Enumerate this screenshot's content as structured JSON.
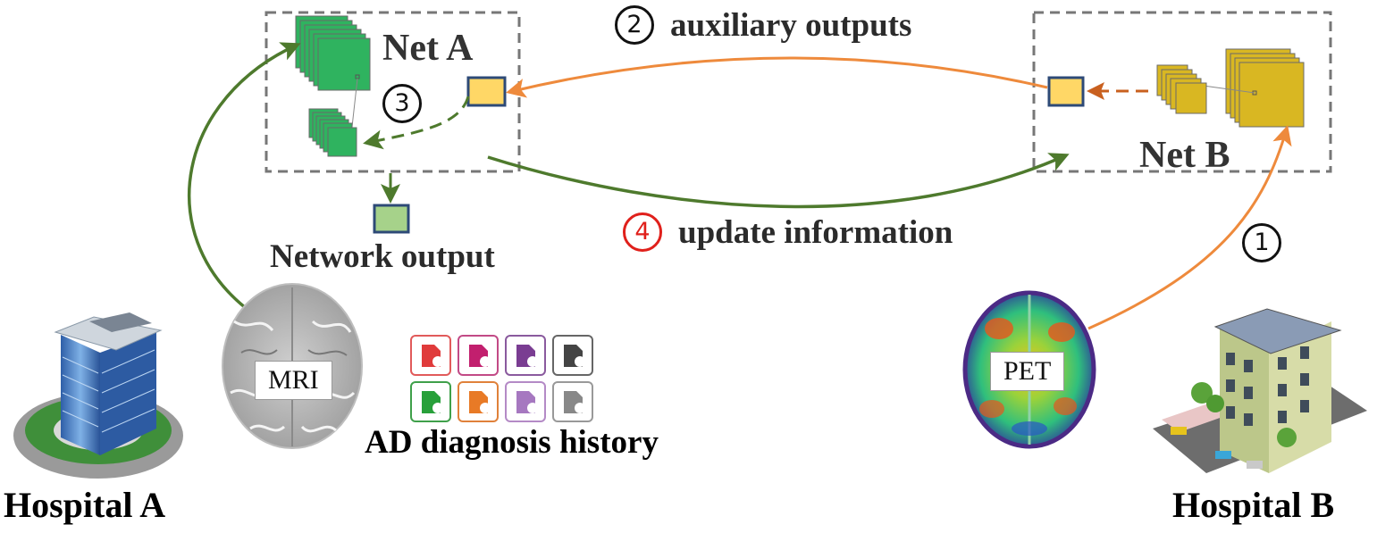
{
  "labels": {
    "net_a": "Net A",
    "net_b": "Net B",
    "network_output": "Network output",
    "ad_history": "AD diagnosis history",
    "hospital_a": "Hospital A",
    "hospital_b": "Hospital B",
    "mri": "MRI",
    "pet": "PET"
  },
  "steps": [
    {
      "number": "1",
      "text": ""
    },
    {
      "number": "2",
      "text": "auxiliary outputs"
    },
    {
      "number": "3",
      "text": ""
    },
    {
      "number": "4",
      "text": "update information"
    }
  ],
  "colors": {
    "green_arrow": "#4e7a2d",
    "orange_arrow": "#ee8a3c",
    "net_a_layers": "#2fb35f",
    "net_b_layers": "#d9b722",
    "feature_box": "#ffd766",
    "output_box": "#a6d28a",
    "step4_red": "#e0201b",
    "box_dash": "#777777"
  },
  "icons": [
    "hospital-a-building-icon",
    "hospital-b-building-icon",
    "mri-brain-icon",
    "pet-brain-icon",
    "record-file-icon"
  ]
}
